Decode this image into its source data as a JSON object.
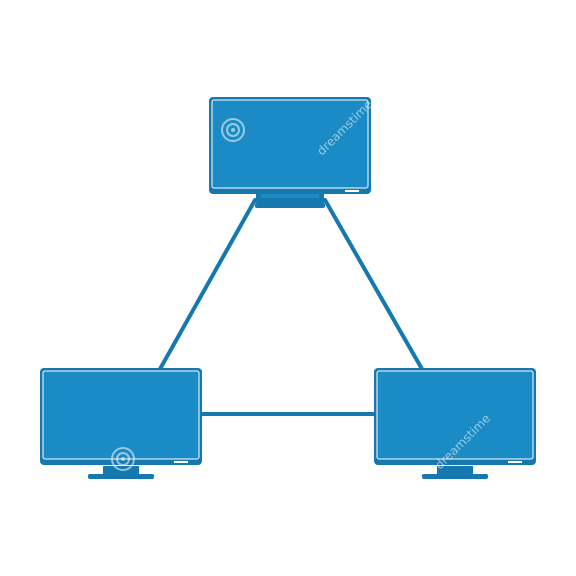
{
  "diagram": {
    "type": "network-topology",
    "colors": {
      "background": "#ffffff",
      "monitor_fill": "#1a8bc4",
      "outline": "#1579b0",
      "bezel": "#ffffff",
      "watermark": "#ffffff"
    },
    "nodes": [
      {
        "id": "top",
        "icon": "monitor-icon"
      },
      {
        "id": "left",
        "icon": "monitor-icon"
      },
      {
        "id": "right",
        "icon": "monitor-icon"
      }
    ],
    "links": [
      {
        "from": "top",
        "to": "left"
      },
      {
        "from": "top",
        "to": "right"
      },
      {
        "from": "left",
        "to": "right"
      }
    ]
  },
  "watermark": {
    "text": "dreamstime",
    "icon": "dreamstime-spiral-logo"
  }
}
